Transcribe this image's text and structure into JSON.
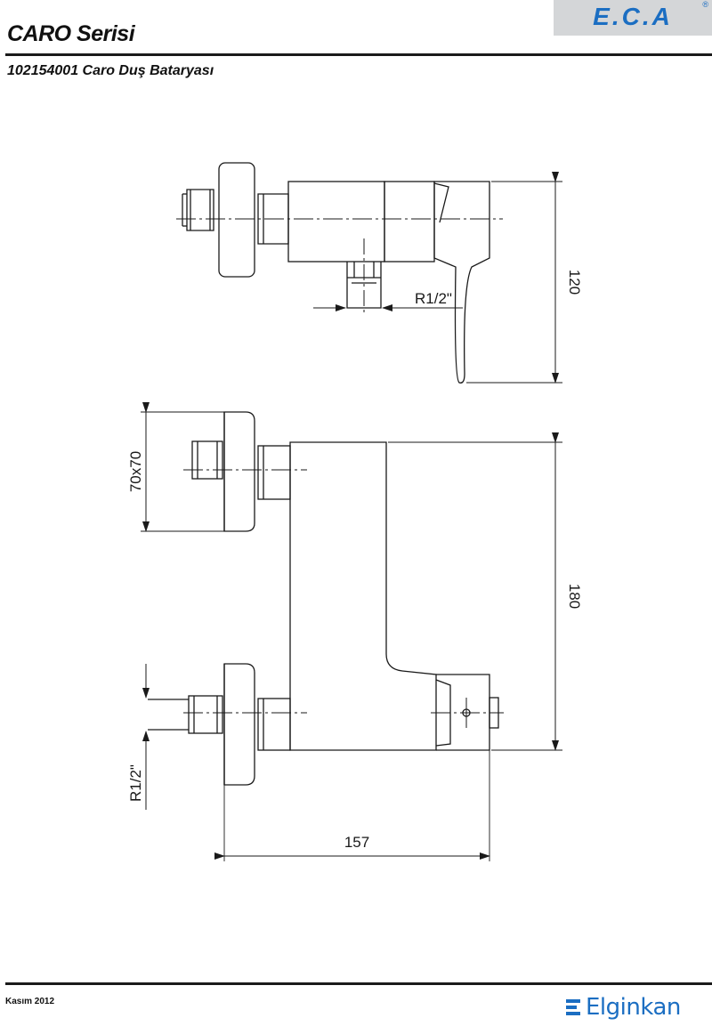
{
  "header": {
    "series_title": "CARO Serisi",
    "product_title": "102154001 Caro Duş Bataryası",
    "logo_text": "E.C.A",
    "logo_mark": "®"
  },
  "drawing": {
    "dimensions": {
      "height_top_view": "120",
      "thread_top_view": "R1/2\"",
      "flange_size": "70x70",
      "height_front_view": "180",
      "thread_front_view": "R1/2\"",
      "width_front_view": "157"
    }
  },
  "footer": {
    "date": "Kasım 2012",
    "brand": "Elginkan",
    "brand_icon": "striped-e-icon"
  },
  "colors": {
    "brand_blue": "#1b6ec2",
    "line": "#1a1a1a",
    "logo_bg": "#d4d6d8"
  }
}
